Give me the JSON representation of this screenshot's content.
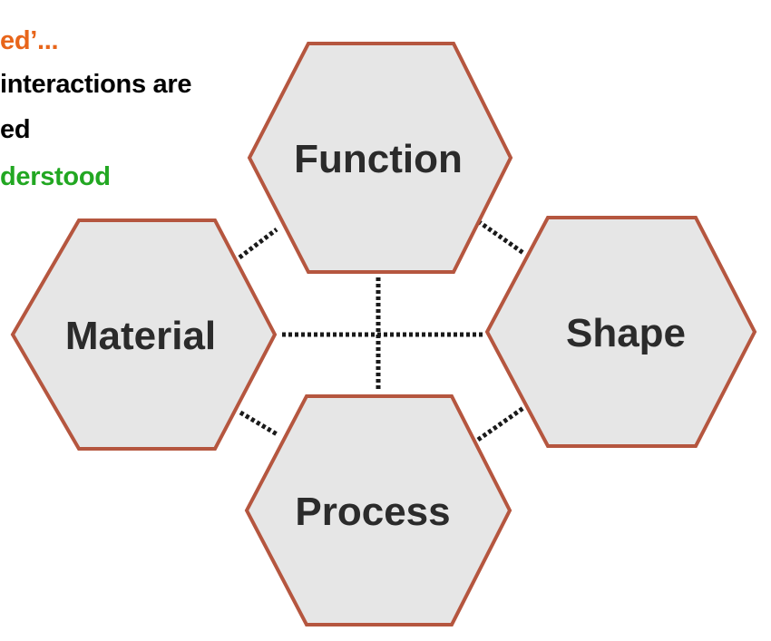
{
  "colors": {
    "line1": "#e8651a",
    "line2": "#000000",
    "line3": "#000000",
    "line4": "#22a722",
    "hex_fill": "#e6e6e6",
    "hex_stroke": "#b5563f",
    "connector": "#1a1a1a"
  },
  "text_lines": {
    "line1": "ed’...",
    "line2": "interactions are",
    "line3": "ed",
    "line4": "derstood"
  },
  "diagram": {
    "nodes": {
      "function": "Function",
      "material": "Material",
      "shape": "Shape",
      "process": "Process"
    }
  }
}
